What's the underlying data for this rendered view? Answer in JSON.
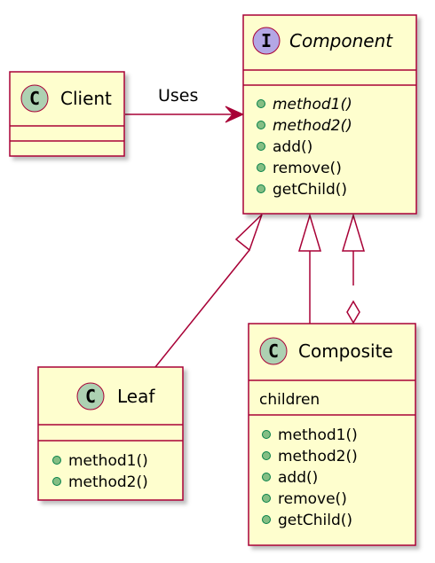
{
  "colors": {
    "box_fill": "#FEFECE",
    "border": "#A80036",
    "class_badge": "#ADD1B2",
    "interface_badge": "#B4A7E5",
    "method_dot": "#84BE84",
    "shadow": "#D8D8D8"
  },
  "component": {
    "name": "Component",
    "badge_letter": "I",
    "methods": [
      "method1()",
      "method2()",
      "add()",
      "remove()",
      "getChild()"
    ],
    "italic_methods": [
      true,
      true,
      false,
      false,
      false
    ]
  },
  "client": {
    "name": "Client",
    "badge_letter": "C"
  },
  "leaf": {
    "name": "Leaf",
    "badge_letter": "C",
    "methods": [
      "method1()",
      "method2()"
    ]
  },
  "composite": {
    "name": "Composite",
    "badge_letter": "C",
    "fields": [
      "children"
    ],
    "methods": [
      "method1()",
      "method2()",
      "add()",
      "remove()",
      "getChild()"
    ]
  },
  "relations": {
    "uses_label": "Uses"
  }
}
